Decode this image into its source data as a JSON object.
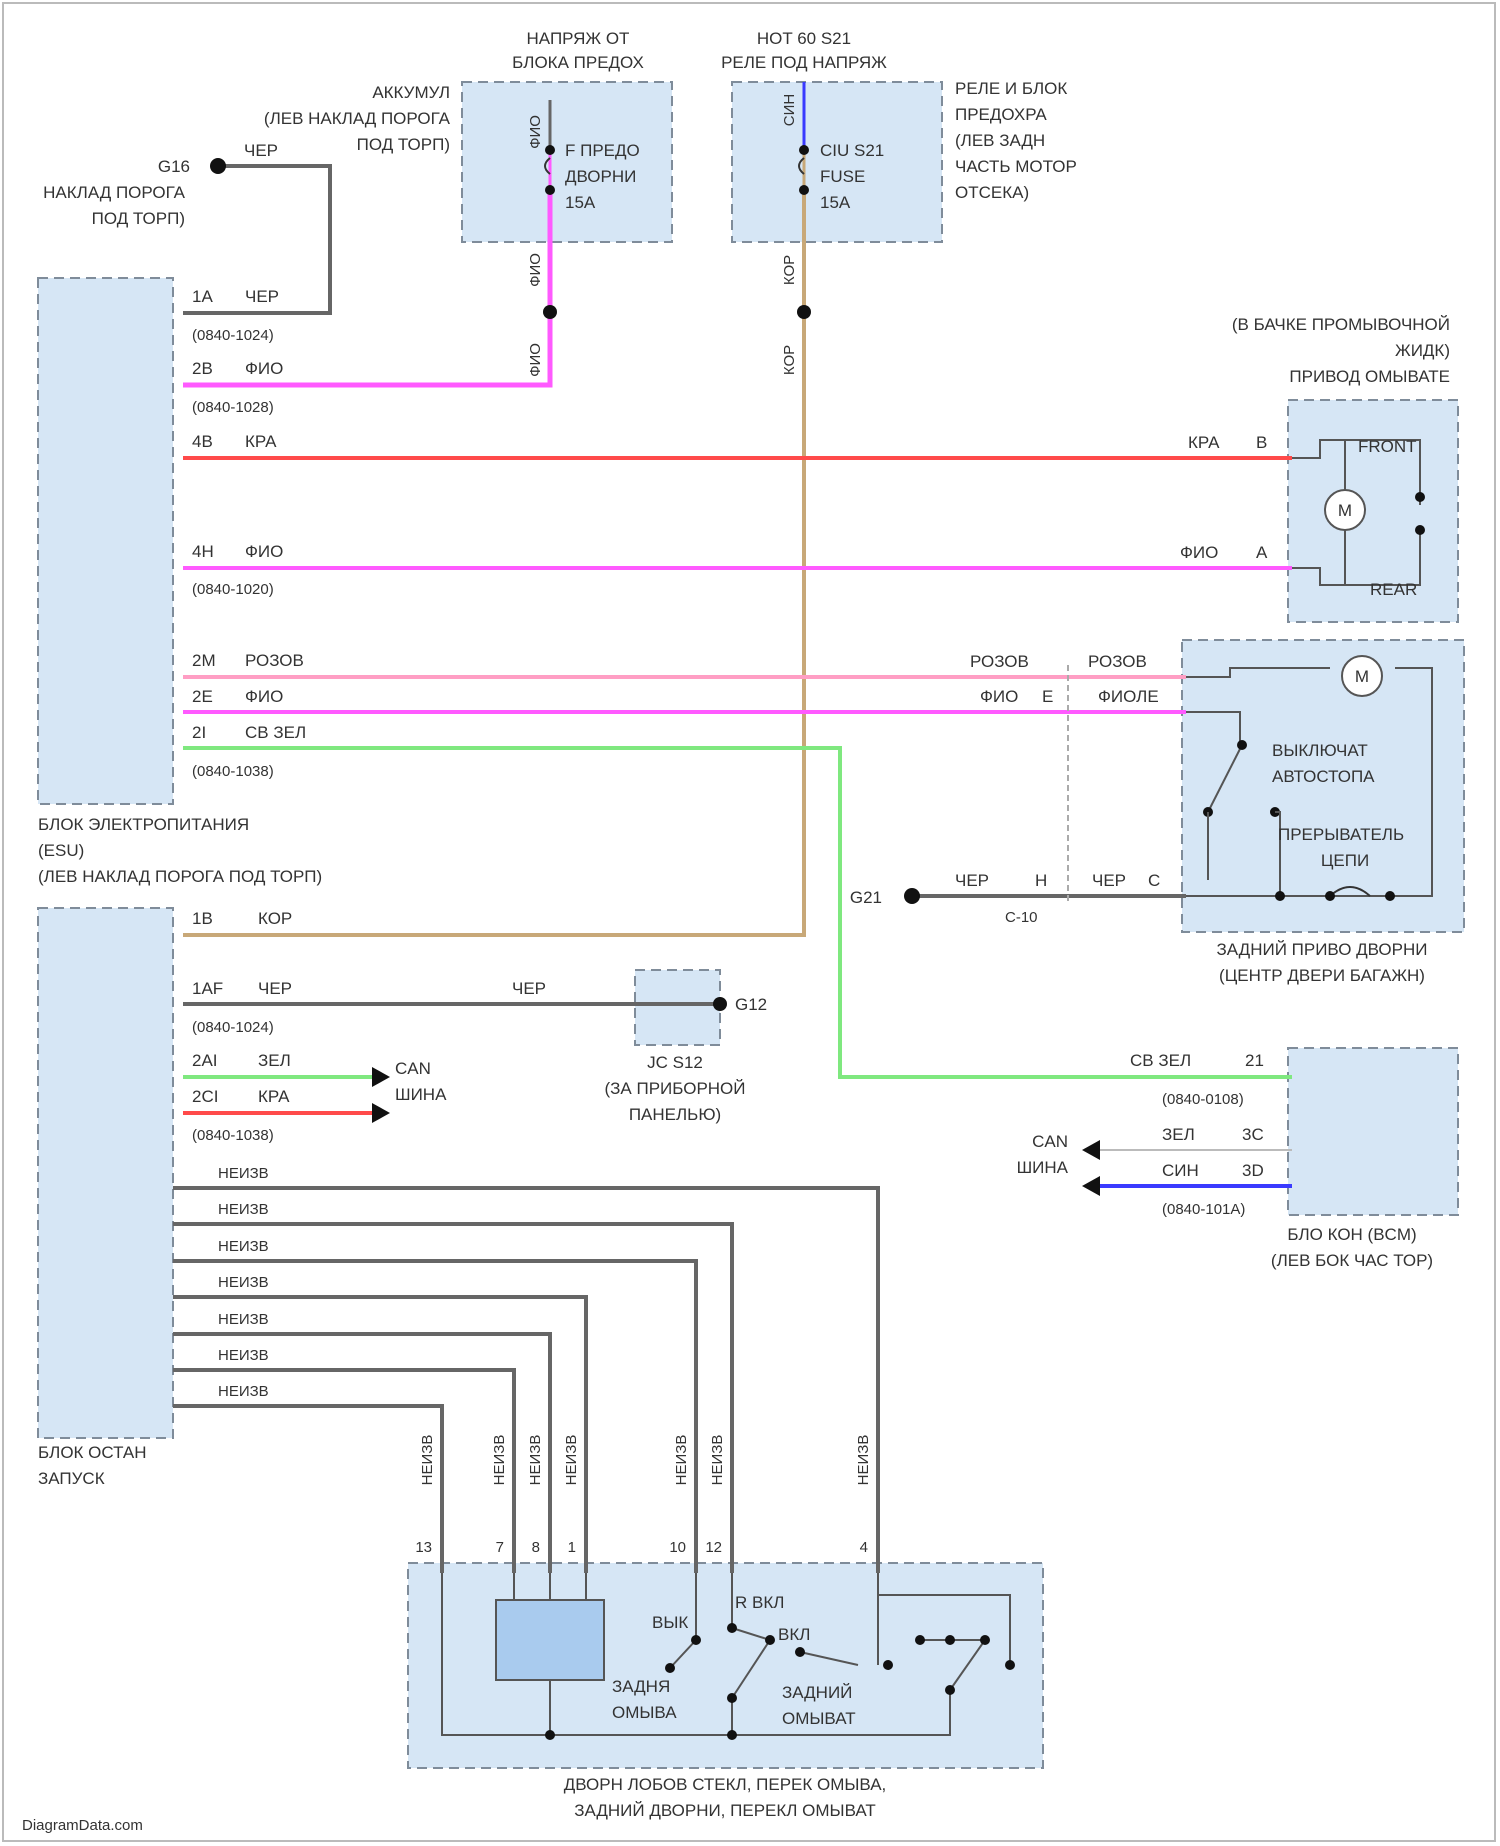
{
  "colors": {
    "gray": "#666666",
    "magenta": "#ff5aff",
    "red": "#ff4a4a",
    "pink": "#ff9ec4",
    "green": "#7fe87f",
    "tan": "#c8a878",
    "blue": "#3a3aff",
    "box_fill": "#d6e6f5",
    "box_stroke": "#7f8c9a"
  },
  "watermark": "DiagramData.com",
  "fuse_left": {
    "source": [
      "НАПРЯЖ ОТ",
      "БЛОКА ПРЕДОХ"
    ],
    "location": [
      "АККУМУЛ",
      "(ЛЕВ НАКЛАД ПОРОГА",
      "ПОД ТОРП)"
    ],
    "label": [
      "F ПРЕДО",
      "ДВОРНИ",
      "15A"
    ],
    "wire_top": "ФИО",
    "wire_out": "ФИО",
    "wire_lower": "ФИО"
  },
  "fuse_right": {
    "source": [
      "HOT 60 S21",
      "РЕЛЕ ПОД НАПРЯЖ"
    ],
    "location": [
      "РЕЛЕ И БЛОК",
      "ПРЕДОХРА",
      "(ЛЕВ ЗАДН",
      "ЧАСТЬ МОТОР",
      "ОТСЕКА)"
    ],
    "label": [
      "CIU S21",
      "FUSE",
      "15A"
    ],
    "wire_top": "СИН",
    "wire_out": "КОР",
    "wire_lower": "КОР"
  },
  "ground_g16": {
    "id": "G16",
    "location": [
      "НАКЛАД ПОРОГА",
      "ПОД ТОРП)"
    ],
    "wire": "ЧЕР"
  },
  "ecu_top": {
    "title": [
      "БЛОК ЭЛЕКТРОПИТАНИЯ",
      "(ESU)",
      "(ЛЕВ НАКЛАД ПОРОГА ПОД ТОРП)"
    ],
    "pins": [
      {
        "pin": "1A",
        "wire": "ЧЕР",
        "conn": "(0840-1024)"
      },
      {
        "pin": "2B",
        "wire": "ФИО",
        "conn": "(0840-1028)"
      },
      {
        "pin": "4B",
        "wire": "КРА",
        "conn": ""
      },
      {
        "pin": "4H",
        "wire": "ФИО",
        "conn": "(0840-1020)"
      },
      {
        "pin": "2M",
        "wire": "РОЗОВ",
        "conn": ""
      },
      {
        "pin": "2E",
        "wire": "ФИО",
        "conn": ""
      },
      {
        "pin": "2I",
        "wire": "СВ ЗЕЛ",
        "conn": "(0840-1038)"
      }
    ]
  },
  "washer_pump": {
    "location": [
      "(В БАЧКЕ ПРОМЫВОЧНОЙ",
      "ЖИДК)",
      "ПРИВОД ОМЫВАТЕ"
    ],
    "front": "FRONT",
    "rear": "REAR",
    "motor": "M",
    "pin_b": {
      "wire": "КРА",
      "pin": "B"
    },
    "pin_a": {
      "wire": "ФИО",
      "pin": "A"
    }
  },
  "rear_wiper": {
    "title": [
      "ЗАДНИЙ ПРИВО ДВОРНИ",
      "(ЦЕНТР ДВЕРИ БАГАЖН)"
    ],
    "motor": "M",
    "switch_label": [
      "ВЫКЛЮЧАТ",
      "АВТОСТОПА"
    ],
    "breaker_label": [
      "ПРЕРЫВАТЕЛЬ",
      "ЦЕПИ"
    ],
    "row1": {
      "wire_left": "РОЗОВ",
      "wire_right": "РОЗОВ"
    },
    "row2": {
      "wire_left": "ФИО",
      "pin_left": "E",
      "wire_right": "ФИОЛЕ"
    },
    "row3": {
      "ground": "G21",
      "wire_left": "ЧЕР",
      "pin_left": "H",
      "wire_right": "ЧЕР",
      "pin_right": "C",
      "conn": "C-10"
    }
  },
  "ecu_bottom": {
    "title": [
      "БЛОК ОСТАН",
      "ЗАПУСК"
    ],
    "pins": [
      {
        "pin": "1B",
        "wire": "КОР",
        "conn": ""
      },
      {
        "pin": "1AF",
        "wire": "ЧЕР",
        "conn": "(0840-1024)"
      },
      {
        "pin": "2AI",
        "wire": "ЗЕЛ",
        "conn": ""
      },
      {
        "pin": "2CI",
        "wire": "КРА",
        "conn": "(0840-1038)"
      }
    ],
    "can_label": [
      "CAN",
      "ШИНА"
    ],
    "unknown": "НЕИЗВ"
  },
  "jc": {
    "title": [
      "JC S12",
      "(ЗА ПРИБОРНОЙ",
      "ПАНЕЛЬЮ)"
    ],
    "id": "G12",
    "wire": "ЧЕР"
  },
  "bcm": {
    "title": [
      "БЛО КОН (BCM)",
      "(ЛЕВ БОК ЧАС ТОР)"
    ],
    "pin_green": {
      "wire": "СВ ЗЕЛ",
      "pin": "21",
      "conn": "(0840-0108)"
    },
    "pin_zel": {
      "wire": "ЗЕЛ",
      "pin": "3C"
    },
    "pin_sin": {
      "wire": "СИН",
      "pin": "3D",
      "conn": "(0840-101A)"
    },
    "can_label": [
      "CAN",
      "ШИНА"
    ]
  },
  "stalk": {
    "title": [
      "ДВОРН ЛОБОВ СТЕКЛ, ПЕРЕК ОМЫВА,",
      "ЗАДНИЙ ДВОРНИ, ПЕРЕКЛ ОМЫВАТ"
    ],
    "wire_labels": [
      "НЕИЗВ",
      "НЕИЗВ",
      "НЕИЗВ",
      "НЕИЗВ",
      "НЕИЗВ",
      "НЕИЗВ",
      "НЕИЗВ"
    ],
    "pins": [
      "13",
      "7",
      "8",
      "1",
      "10",
      "12",
      "4"
    ],
    "labels": {
      "vyk": "ВЫК",
      "rev": "R ВКЛ",
      "vkl": "ВКЛ",
      "front_wash": [
        "ЗАДНЯ",
        "ОМЫВА"
      ],
      "rear_wash": [
        "ЗАДНИЙ",
        "ОМЫВАТ"
      ]
    }
  }
}
